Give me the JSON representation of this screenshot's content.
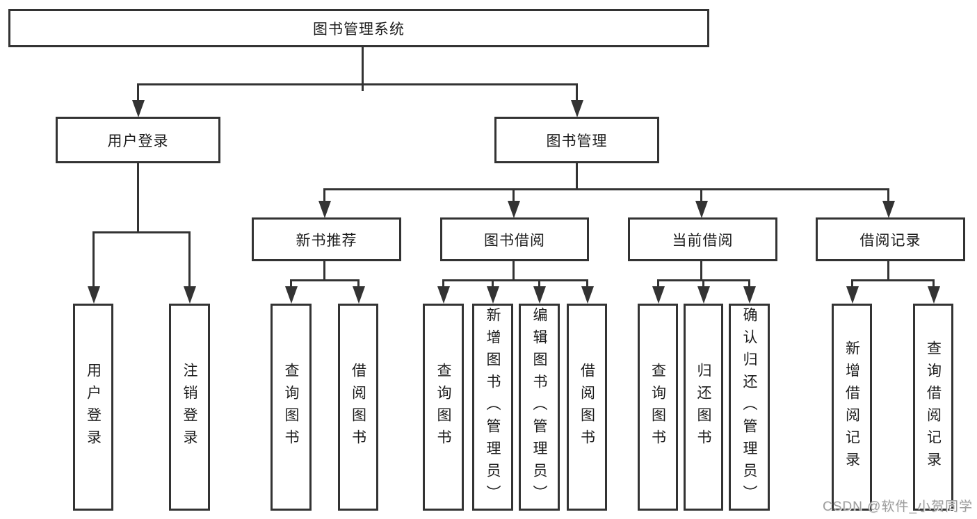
{
  "diagram": {
    "title": "图书管理系统",
    "root": {
      "label": "图书管理系统"
    },
    "level2": [
      {
        "label": "用户登录"
      },
      {
        "label": "图书管理"
      }
    ],
    "level3": [
      {
        "label": "新书推荐"
      },
      {
        "label": "图书借阅"
      },
      {
        "label": "当前借阅"
      },
      {
        "label": "借阅记录"
      }
    ],
    "leaves": {
      "user_login": [
        "用户登录",
        "注销登录"
      ],
      "new_book": [
        "查询图书",
        "借阅图书"
      ],
      "book_borrow": [
        "查询图书",
        "新增图书（管理员）",
        "编辑图书（管理员）",
        "借阅图书"
      ],
      "current_borrow": [
        "查询图书",
        "归还图书",
        "确认归还（管理员）"
      ],
      "borrow_record": [
        "新增借阅记录",
        "查询借阅记录"
      ]
    }
  },
  "watermark": {
    "text": "CSDN @软件_小贺同学"
  },
  "colors": {
    "line": "#333333",
    "background": "#ffffff",
    "watermark": "#9d9d9d"
  }
}
